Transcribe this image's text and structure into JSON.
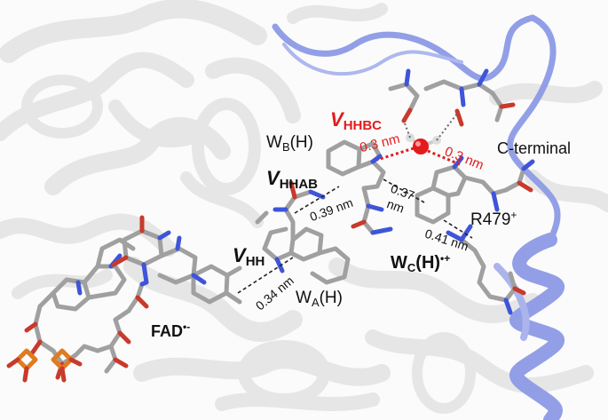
{
  "colors": {
    "protein": "#e7e7e7",
    "c_terminal_helix": "#8d9be6",
    "carbon": "#9c9c9c",
    "oxygen": "#c83a2c",
    "nitrogen": "#3e55d8",
    "phosphorus": "#e07b20",
    "water_oxygen": "#e41a1c",
    "label_red": "#e41a1c"
  },
  "labels": {
    "v_hhbc": {
      "main": "V",
      "sub": "HHBC"
    },
    "v_hhab": {
      "main": "V",
      "sub": "HHAB"
    },
    "v_hh": {
      "main": "V",
      "sub": "HH"
    },
    "wb": {
      "main": "W",
      "sub": "B",
      "tail": "(H)"
    },
    "wa": {
      "main": "W",
      "sub": "A",
      "tail": "(H)"
    },
    "wc": {
      "main": "W",
      "sub": "C",
      "tail": "(H)",
      "sup": "•+"
    },
    "r479": {
      "main": "R479",
      "sup": "+"
    },
    "fad": {
      "main": "FAD",
      "sup": "•-"
    },
    "c_terminal": "C-terminal"
  },
  "distances": {
    "hbond_left": "0.3 nm",
    "hbond_right": "0.3 nm",
    "wb_wc_line1": "0.37",
    "wb_wc_line2": "nm",
    "wa_wb": "0.39 nm",
    "wc_r479": "0.41 nm",
    "fad_wa": "0.34 nm"
  }
}
